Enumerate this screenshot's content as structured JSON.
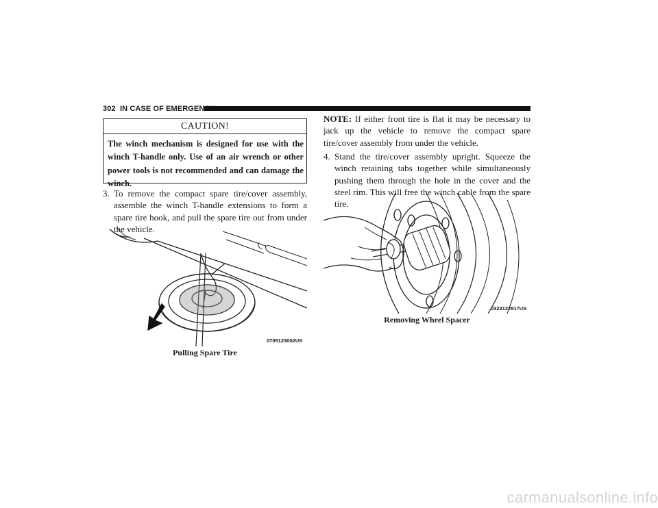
{
  "header": {
    "page_number": "302",
    "section": "IN CASE OF EMERGENCY"
  },
  "caution": {
    "title": "CAUTION!",
    "body": "The winch mechanism is designed for use with the winch T-handle only. Use of an air wrench or other power tools is not recommended and can damage the winch."
  },
  "steps": {
    "step3_num": "3.",
    "step3_text": "To remove the compact spare tire/cover assembly, assemble the winch T-handle extensions to form a spare tire hook, and pull the spare tire out from under the vehicle.",
    "step4_num": "4.",
    "step4_text": "Stand the tire/cover assembly upright. Squeeze the winch retaining tabs together while simultaneously pushing them through the hole in the cover and the steel rim. This will free the winch cable from the spare tire."
  },
  "note": {
    "label": "NOTE:",
    "text": "If either front tire is flat it may be necessary to jack up the vehicle to remove the compact spare tire/cover assembly from under the vehicle."
  },
  "figures": [
    {
      "code": "0705123002US",
      "caption": "Pulling Spare Tire"
    },
    {
      "code": "0323122917US",
      "caption": "Removing Wheel Spacer"
    }
  ],
  "footer": {
    "watermark": "carmanualsonline.info"
  }
}
